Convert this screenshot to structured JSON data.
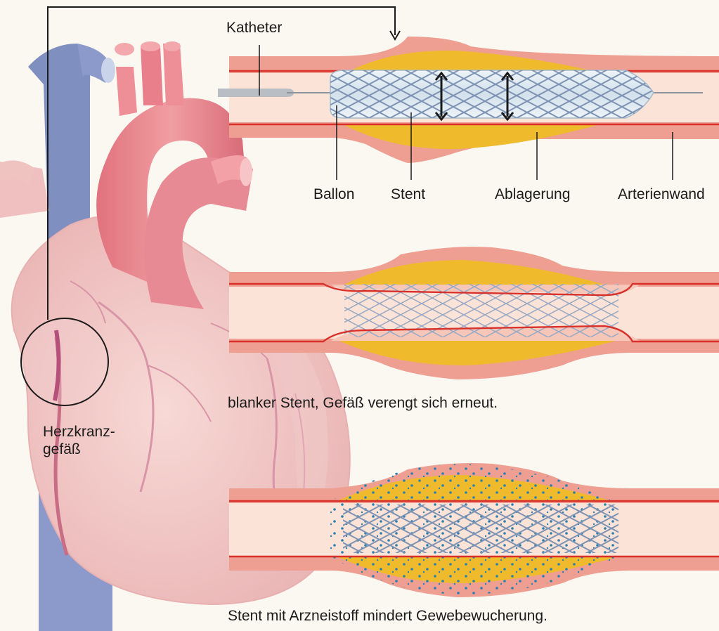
{
  "labels": {
    "catheter": "Katheter",
    "balloon": "Ballon",
    "stent": "Stent",
    "plaque": "Ablagerung",
    "artery_wall": "Arterienwand",
    "coronary_line1": "Herzkranz-",
    "coronary_line2": "gefäß"
  },
  "captions": {
    "bare_stent": "blanker Stent, Gefäß verengt sich erneut.",
    "drug_stent": "Stent mit Arzneistoff mindert Gewebewucherung."
  },
  "colors": {
    "background": "#fbf8f1",
    "heart_light": "#f4cbc8",
    "heart_mid": "#ec9a9c",
    "heart_dark": "#d8707a",
    "vein_blue": "#7f8fbf",
    "vessel_outer": "#ee9f92",
    "vessel_lumen": "#fbe3d7",
    "intima_red": "#d9302a",
    "plaque_yellow": "#efbb2c",
    "stent_mesh": "#7d93b4",
    "drug_dots": "#2b7fb0",
    "balloon": "#dfeaf2"
  }
}
